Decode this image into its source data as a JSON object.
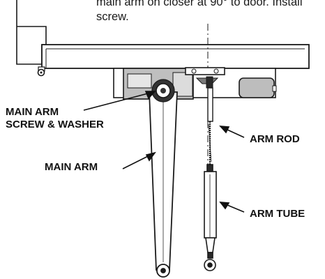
{
  "instruction": {
    "line1": "main arm on closer at 90° to door.  Install",
    "line2": "screw."
  },
  "labels": {
    "main_arm_screw_line1": "MAIN ARM",
    "main_arm_screw_line2": "SCREW & WASHER",
    "main_arm": "MAIN ARM",
    "arm_rod": "ARM ROD",
    "arm_tube": "ARM TUBE"
  }
}
